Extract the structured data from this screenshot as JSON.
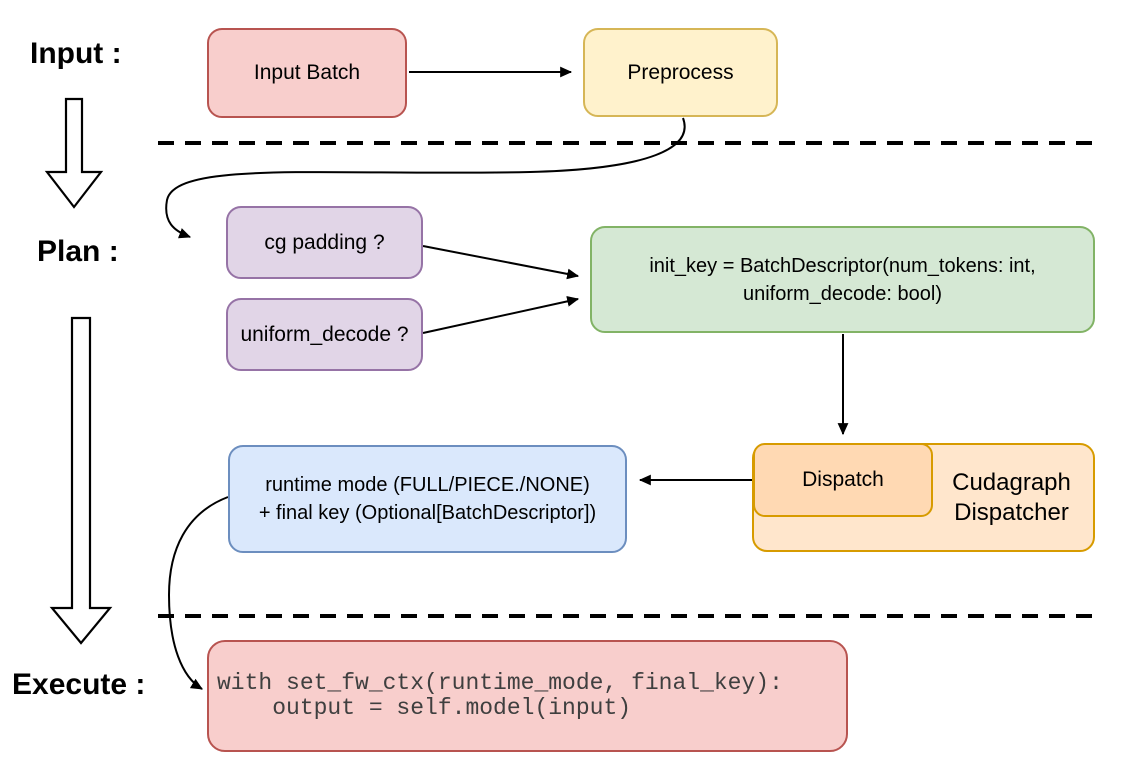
{
  "stages": {
    "input_label": "Input :",
    "plan_label": "Plan :",
    "execute_label": "Execute :"
  },
  "nodes": {
    "input_batch": {
      "label": "Input Batch"
    },
    "preprocess": {
      "label": "Preprocess"
    },
    "cg_padding": {
      "label": "cg padding ?"
    },
    "uniform_decode": {
      "label": "uniform_decode ?"
    },
    "init_key": {
      "line1": "init_key = BatchDescriptor(num_tokens: int,",
      "line2": "uniform_decode: bool)"
    },
    "cudagraph_dispatcher": {
      "dispatch_label": "Dispatch",
      "line1": "Cudagraph",
      "line2": "Dispatcher"
    },
    "runtime_result": {
      "line1": "runtime mode (FULL/PIECE./NONE)",
      "line2": "+ final key (Optional[BatchDescriptor])"
    },
    "execute_code": {
      "line1": "with set_fw_ctx(runtime_mode, final_key):",
      "line2": "    output = self.model(input)"
    }
  },
  "colors": {
    "red_fill": "#f8cecc",
    "red_stroke": "#b85450",
    "yellow_fill": "#fff2cc",
    "yellow_stroke": "#d6b656",
    "purple_fill": "#e1d5e7",
    "purple_stroke": "#9673a6",
    "green_fill": "#d5e8d4",
    "green_stroke": "#82b366",
    "orange_fill": "#ffe6cc",
    "orange_inner_fill": "#ffd9b3",
    "orange_stroke": "#d79b00",
    "blue_fill": "#dae8fc",
    "blue_stroke": "#6c8ebf",
    "connector": "#000000"
  }
}
